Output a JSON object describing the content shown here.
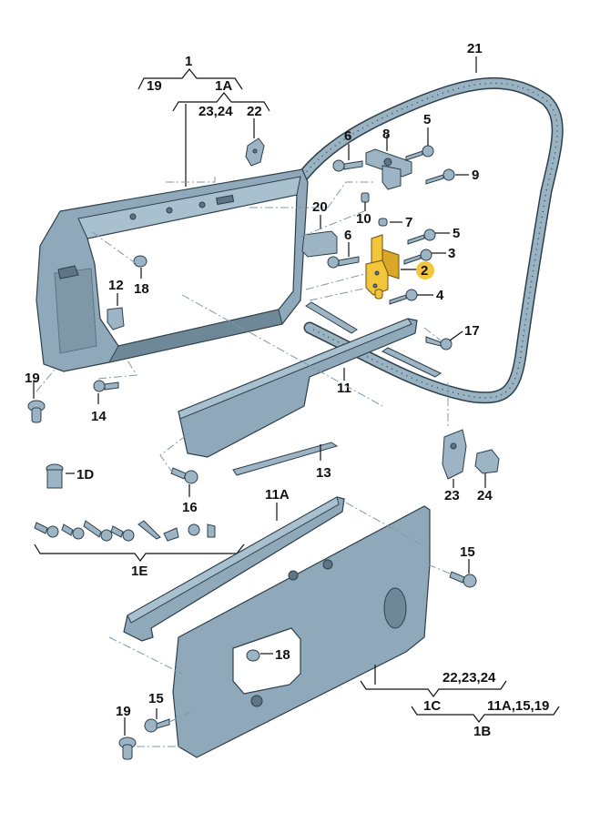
{
  "diagram": {
    "title": "Front door exploded parts diagram",
    "highlight_color": "#f2c53a",
    "part_color": "#8fa9ba",
    "outline_color": "#2e3f4b",
    "highlighted_part": "2",
    "brace_groups": [
      {
        "id": "1",
        "label": "1",
        "children": [
          "19",
          "1A"
        ]
      },
      {
        "id": "1A",
        "label": "1A",
        "children": [
          "23,24",
          "22"
        ]
      },
      {
        "id": "1C",
        "label": "1C",
        "children": [
          "22,23,24"
        ]
      },
      {
        "id": "1B",
        "label": "1B",
        "children": [
          "1C",
          "11A,15,19"
        ]
      },
      {
        "id": "1E",
        "label": "1E",
        "children": []
      }
    ],
    "labels": {
      "l1": "1",
      "l19a": "19",
      "l1A": "1A",
      "l2324": "23,24",
      "l22": "22",
      "l21": "21",
      "l6a": "6",
      "l8": "8",
      "l5a": "5",
      "l9": "9",
      "l20": "20",
      "l10": "10",
      "l7": "7",
      "l6b": "6",
      "l5b": "5",
      "l3": "3",
      "l2": "2",
      "l4": "4",
      "l12": "12",
      "l18a": "18",
      "l17": "17",
      "l11": "11",
      "l19b": "19",
      "l14": "14",
      "l13": "13",
      "l1D": "1D",
      "l16": "16",
      "l23": "23",
      "l24": "24",
      "l11A": "11A",
      "l1E": "1E",
      "l15a": "15",
      "l18b": "18",
      "l222324": "22,23,24",
      "l1C": "1C",
      "l11A1519": "11A,15,19",
      "l1B": "1B",
      "l19c": "19",
      "l15b": "15"
    }
  }
}
